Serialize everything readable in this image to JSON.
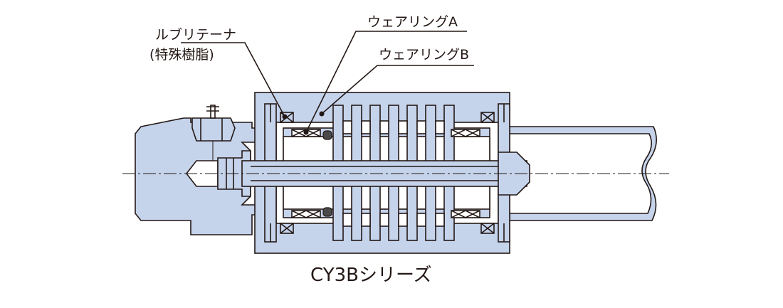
{
  "labels": {
    "lubretainer_line1": "ルブリテーナ",
    "lubretainer_line2": "(特殊樹脂)",
    "wear_ring_a": "ウェアリングA",
    "wear_ring_b": "ウェアリングB"
  },
  "caption": "CY3Bシリーズ",
  "colors": {
    "part_fill": "#c5d3eb",
    "outline": "#231815",
    "background": "#ffffff"
  }
}
